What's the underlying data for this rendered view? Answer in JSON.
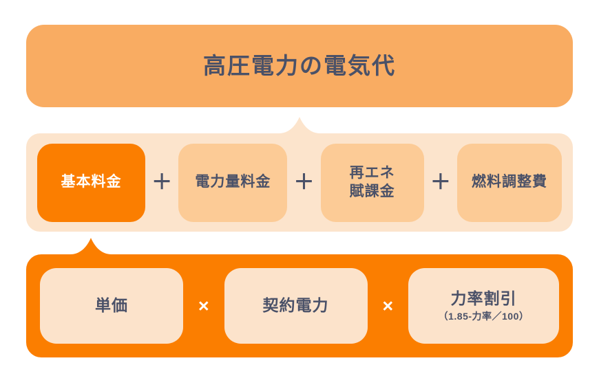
{
  "diagram": {
    "title": "高圧電力の電気代",
    "colors": {
      "banner": "#F9AC62",
      "panel_light": "#FCE4CC",
      "component_box": "#FCCB96",
      "highlight": "#FB7E00",
      "formula_box": "#FCE3CB",
      "text_dark": "#4A5168",
      "text_light": "#FFFFFF"
    },
    "components": {
      "items": [
        {
          "label": "基本料金",
          "highlighted": true
        },
        {
          "label": "電力量料金",
          "highlighted": false
        },
        {
          "label_line1": "再エネ",
          "label_line2": "賦課金",
          "highlighted": false
        },
        {
          "label": "燃料調整費",
          "highlighted": false
        }
      ],
      "operators": [
        "＋",
        "＋",
        "＋"
      ]
    },
    "formula": {
      "items": [
        {
          "label": "単価",
          "sub": ""
        },
        {
          "label": "契約電力",
          "sub": ""
        },
        {
          "label": "力率割引",
          "sub": "（1.85-力率／100）"
        }
      ],
      "operators": [
        "×",
        "×"
      ]
    }
  }
}
